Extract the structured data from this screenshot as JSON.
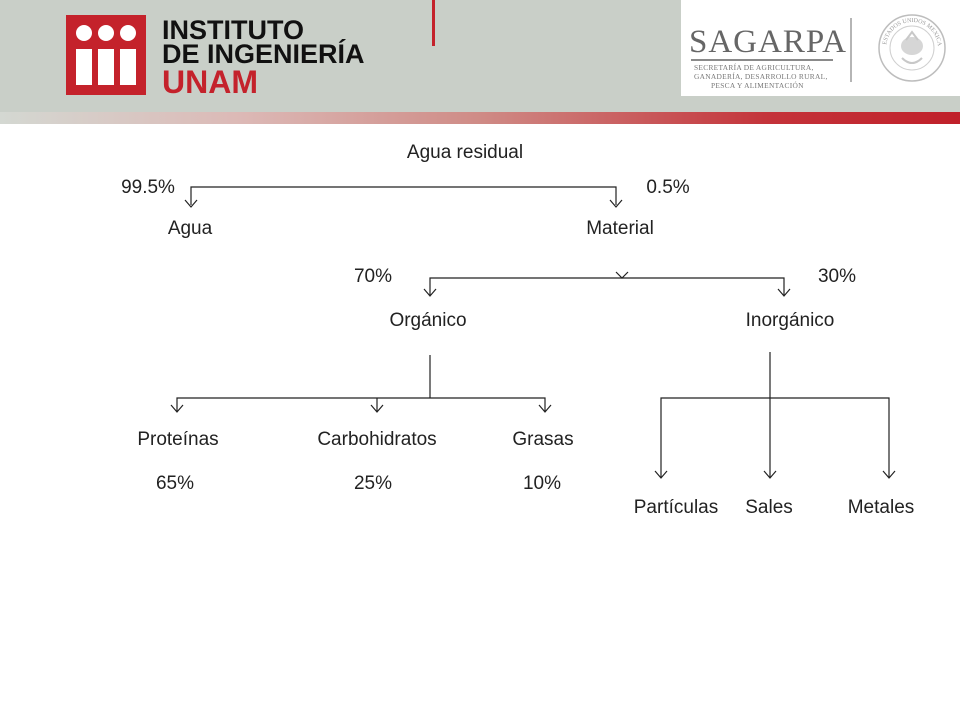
{
  "header": {
    "institution_line1": "INSTITUTO",
    "institution_line2": "DE INGENIERÍA",
    "institution_line3": "UNAM",
    "sagarpa_title": "SAGARPA",
    "sagarpa_lines": [
      "SECRETARÍA DE AGRICULTURA,",
      "GANADERÍA, DESARROLLO RURAL,",
      "PESCA Y ALIMENTACIÓN"
    ],
    "seal_text": "ESTADOS UNIDOS MEXICANOS",
    "brand_red": "#c4222b",
    "header_gray": "#c9cfc8"
  },
  "diagram": {
    "root": "Agua residual",
    "level1": [
      {
        "percent": "99.5%",
        "label": "Agua"
      },
      {
        "percent": "0.5%",
        "label": "Material"
      }
    ],
    "level2": [
      {
        "percent": "70%",
        "label": "Orgánico"
      },
      {
        "percent": "30%",
        "label": "Inorgánico"
      }
    ],
    "organic_children": [
      {
        "label": "Proteínas",
        "percent": "65%"
      },
      {
        "label": "Carbohidratos",
        "percent": "25%"
      },
      {
        "label": "Grasas",
        "percent": "10%"
      }
    ],
    "inorganic_children": [
      {
        "label": "Partículas"
      },
      {
        "label": "Sales"
      },
      {
        "label": "Metales"
      }
    ]
  }
}
